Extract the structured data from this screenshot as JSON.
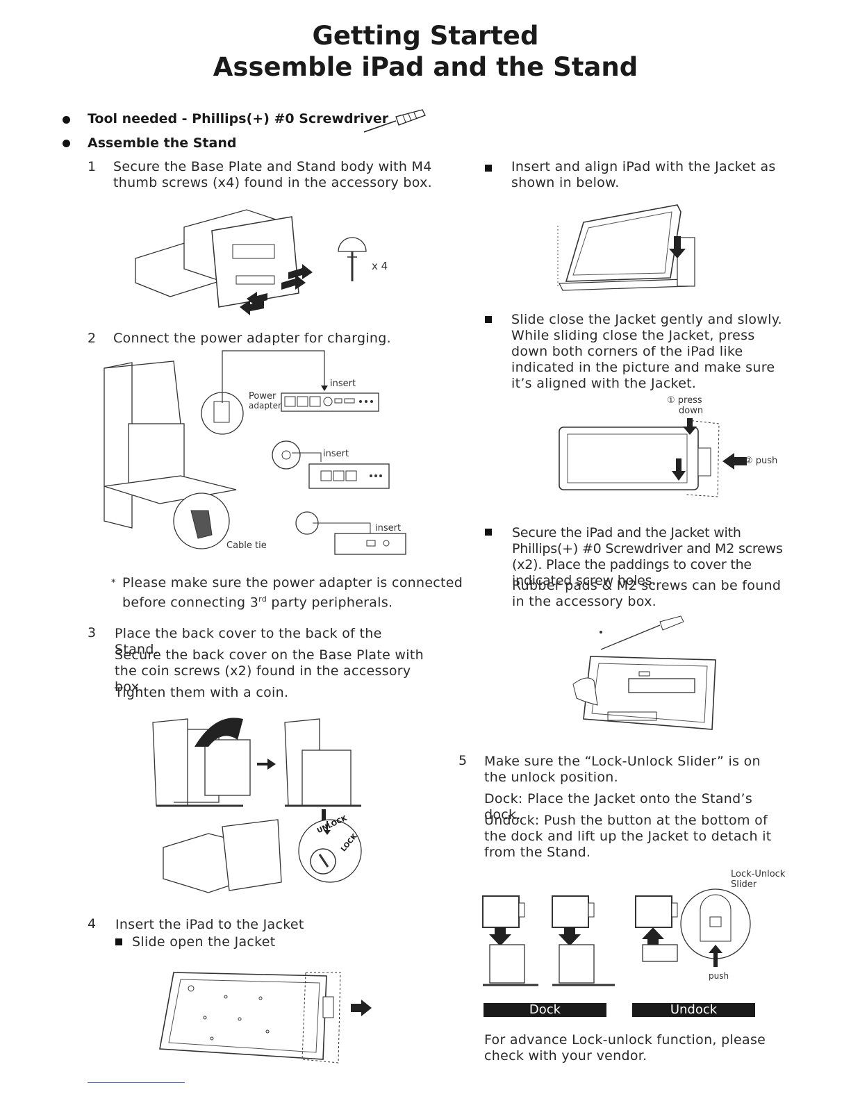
{
  "header": {
    "title_line1": "Getting Started",
    "title_line2": "Assemble iPad and the Stand"
  },
  "bullets": {
    "tool_needed": "Tool needed -  Phillips(+) #0 Screwdriver",
    "assemble_stand": "Assemble the Stand"
  },
  "steps": {
    "s1": {
      "number": "1",
      "text": "Secure the Base Plate and Stand body with M4 thumb screws (x4) found in the accessory box.",
      "quantity_label": "x 4"
    },
    "s2": {
      "number": "2",
      "text": "Connect the power adapter for charging.",
      "labels": {
        "insert_a": "insert",
        "power_adapter_1": "Power",
        "power_adapter_2": "adapter",
        "insert_b": "insert",
        "insert_c": "insert",
        "cable_tie": "Cable tie"
      },
      "note_asterisk": "*",
      "note_line1": "Please make sure the power adapter is connected",
      "note_line2_a": "before connecting 3",
      "note_sup": "rd",
      "note_line2_b": " party peripherals."
    },
    "s3": {
      "number": "3",
      "line1": "Place the back cover to the back of the Stand.",
      "line2": "Secure the back cover on the Base Plate with the coin screws (x2) found in the accessory box.",
      "line3": "Tighten them with a coin.",
      "labels": {
        "unlock": "UNLOCK",
        "lock": "LOCK"
      }
    },
    "s4": {
      "number": "4",
      "text": "Insert the iPad to the Jacket",
      "sub": "Slide open the Jacket"
    },
    "right": {
      "insert_align": "Insert and align iPad with the Jacket as shown in below.",
      "slide_close": "Slide close the Jacket gently and slowly. While sliding close the Jacket, press down both corners of the iPad like indicated in the picture and make sure it’s aligned with the Jacket.",
      "press_down_1": "① press",
      "press_down_2": "down",
      "push": "② push",
      "secure": "Secure the iPad and the Jacket with Phillips(+) #0 Screwdriver and M2 screws (x2). Place the paddings to cover the indicated screw holes.",
      "rubber": "Rubber pads & M2 screws can be found in the accessory box."
    },
    "s5": {
      "number": "5",
      "line1": "Make sure the “Lock-Unlock Slider” is on the unlock position.",
      "line2": "Dock: Place the Jacket onto the Stand’s dock.",
      "line3": "Undock: Push the button at the bottom of the dock and lift up the Jacket to detach it from the Stand.",
      "slider_1": "Lock-Unlock",
      "slider_2": "Slider",
      "push_label": "push",
      "dock": "Dock",
      "undock": "Undock",
      "footer": "For advance Lock-unlock function, please check with your vendor."
    }
  }
}
